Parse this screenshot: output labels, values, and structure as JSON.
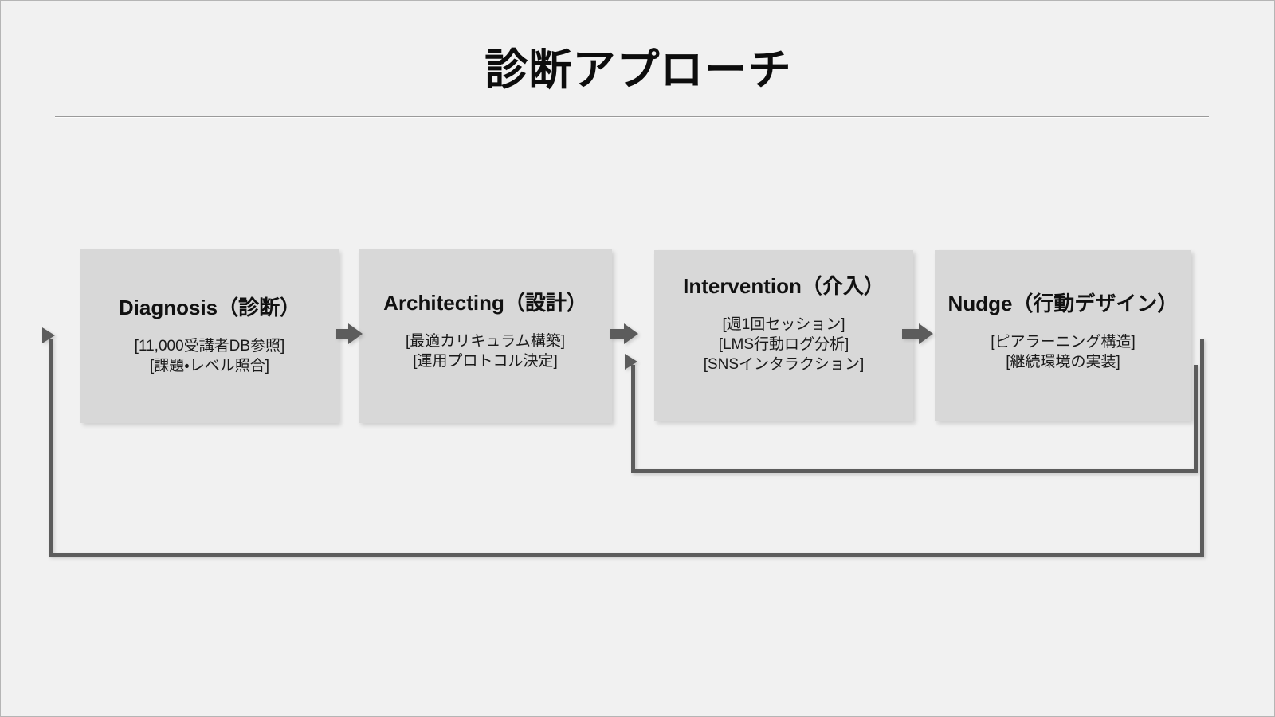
{
  "slide": {
    "title": "診断アプローチ",
    "background_color": "#f1f1f1",
    "box_fill_color": "#d8d8d8",
    "connector_color": "#5c5c5c",
    "rule_color": "#9a9a9a"
  },
  "stages": [
    {
      "title": "Diagnosis（診断）",
      "lines": [
        "[11,000受講者DB参照]",
        "[課題・レベル照合]"
      ]
    },
    {
      "title": "Architecting（設計）",
      "lines": [
        "[最適カリキュラム構築]",
        "[運用プロトコル決定]"
      ]
    },
    {
      "title": "Intervention（介入）",
      "lines": [
        "[週1回セッション]",
        "[LMS行動ログ分析]",
        "[SNSインタラクション]"
      ]
    },
    {
      "title": "Nudge（行動デザイン）",
      "lines": [
        "[ピアラーニング構造]",
        "[継続環境の実装]"
      ]
    }
  ],
  "connectors": [
    {
      "name": "diagnosis-to-architecting",
      "icon": "arrow-right-icon"
    },
    {
      "name": "architecting-to-intervention",
      "icon": "arrow-right-icon"
    },
    {
      "name": "intervention-to-nudge",
      "icon": "arrow-right-icon"
    }
  ],
  "feedback_loops": [
    {
      "name": "nudge-to-intervention-loop",
      "icon": "arrow-right-icon"
    },
    {
      "name": "nudge-to-diagnosis-loop",
      "icon": "arrow-right-icon"
    }
  ]
}
